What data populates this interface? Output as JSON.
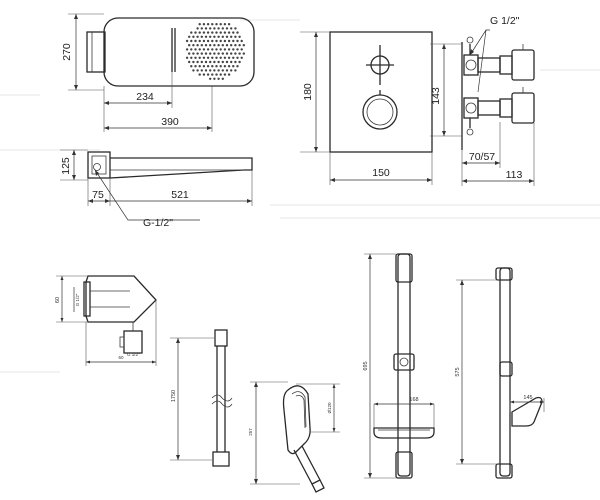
{
  "dimensions": {
    "head_height": "270",
    "head_depth": "234",
    "head_length": "390",
    "arm_height": "125",
    "arm_offset": "75",
    "arm_length": "521",
    "arm_thread": "G-1/2\"",
    "valve_height": "180",
    "valve_width": "150",
    "valve_thread": "G 1/2\"",
    "valve_body_height": "143",
    "valve_depth": "70/57",
    "valve_total_depth": "113",
    "elbow_height": "60",
    "elbow_thread_top": "G 1/2\"",
    "elbow_thread_bottom": "G 1/2\"",
    "elbow_width": "60",
    "hose_length": "1750",
    "handshower_width": "Ø120",
    "handshower_length": "257",
    "rail1_length": "695",
    "rail1_dish": "168",
    "rail2_length": "575",
    "rail2_hook": "145"
  }
}
